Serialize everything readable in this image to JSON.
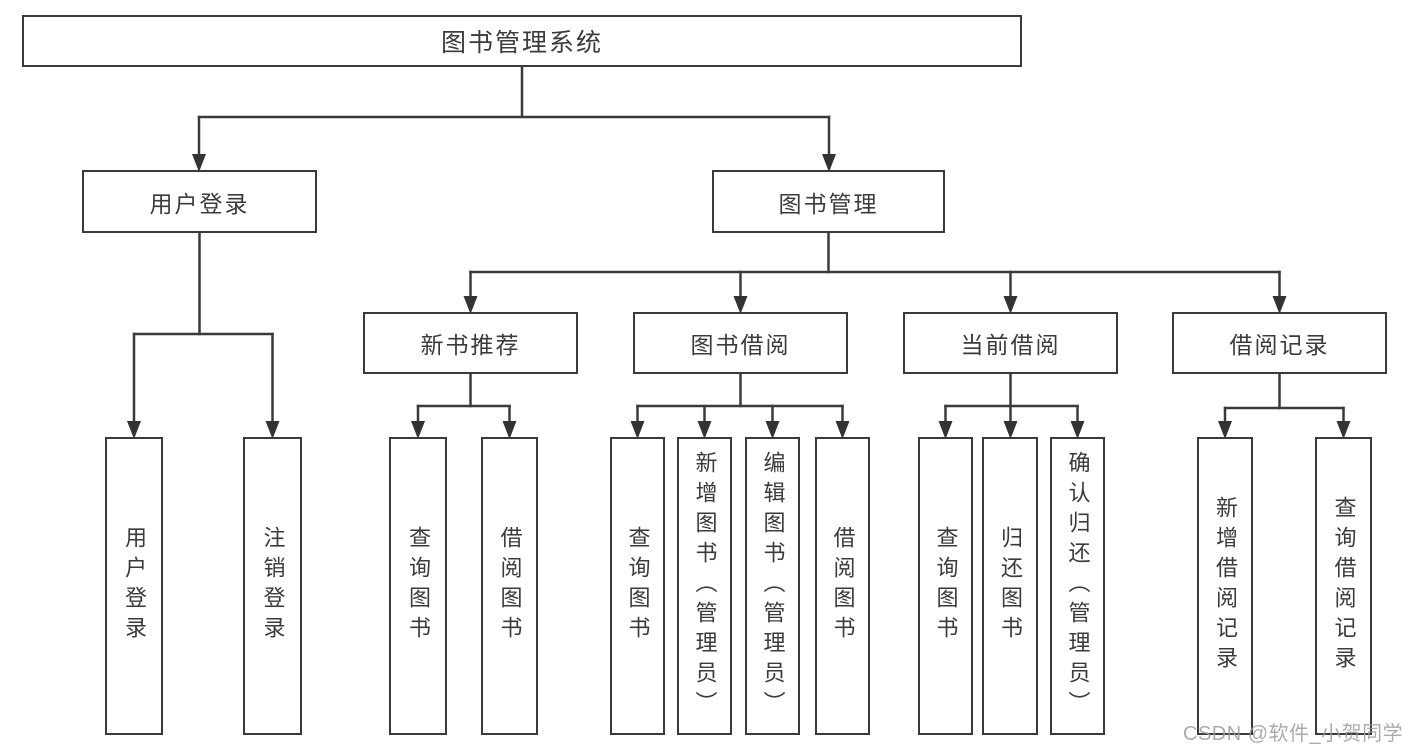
{
  "diagram": {
    "type": "functional-structure-tree",
    "tree": {
      "root": {
        "label": "图书管理系统"
      },
      "branches": [
        {
          "label": "用户登录",
          "children": [
            {
              "label": "用户登录"
            },
            {
              "label": "注销登录"
            }
          ]
        },
        {
          "label": "图书管理",
          "children": [
            {
              "label": "新书推荐",
              "children": [
                {
                  "label": "查询图书"
                },
                {
                  "label": "借阅图书"
                }
              ]
            },
            {
              "label": "图书借阅",
              "children": [
                {
                  "label": "查询图书"
                },
                {
                  "label": "新增图书（管理员）"
                },
                {
                  "label": "编辑图书（管理员）"
                },
                {
                  "label": "借阅图书"
                }
              ]
            },
            {
              "label": "当前借阅",
              "children": [
                {
                  "label": "查询图书"
                },
                {
                  "label": "归还图书"
                },
                {
                  "label": "确认归还（管理员）"
                }
              ]
            },
            {
              "label": "借阅记录",
              "children": [
                {
                  "label": "新增借阅记录"
                },
                {
                  "label": "查询借阅记录"
                }
              ]
            }
          ]
        }
      ]
    },
    "colors": {
      "line": "#3a3a3a",
      "box_border": "#3a3a3a",
      "box_fill": "#ffffff",
      "text": "#3b3b3b",
      "background": "#ffffff",
      "watermark": "#9d9d9d"
    }
  },
  "watermark": {
    "text": "CSDN @软件_小贺同学"
  }
}
